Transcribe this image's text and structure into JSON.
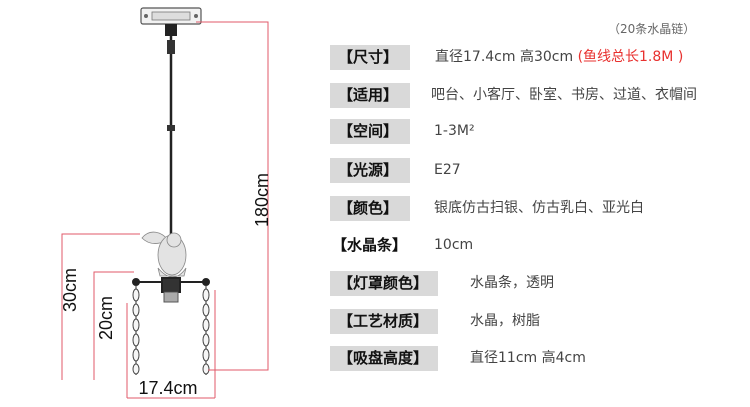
{
  "dimensions": {
    "total_height": "180cm",
    "shade_height": "30cm",
    "crystal_height": "20cm",
    "width": "17.4cm"
  },
  "chain_note": "（20条水晶链）",
  "specs": [
    {
      "label": "【尺寸】",
      "value": "直径17.4cm  高30cm",
      "highlight": "(鱼线总长1.8M )"
    },
    {
      "label": "【适用】",
      "value": "吧台、小客厅、卧室、书房、过道、衣帽间"
    },
    {
      "label": "【空间】",
      "value": "1-3M²"
    },
    {
      "label": "【光源】",
      "value": "E27"
    },
    {
      "label": "【颜色】",
      "value": "银底仿古扫银、仿古乳白、亚光白"
    },
    {
      "label": "【水晶条】",
      "value": "10cm"
    },
    {
      "label": "【灯罩颜色】",
      "value": "水晶条，透明"
    },
    {
      "label": "【工艺材质】",
      "value": "水晶，树脂"
    },
    {
      "label": "【吸盘高度】",
      "value": "直径11cm 高4cm"
    }
  ],
  "colors": {
    "label_bg": "#d9d9d9",
    "dimension_line": "#e05a6a",
    "highlight": "#e8312f"
  }
}
